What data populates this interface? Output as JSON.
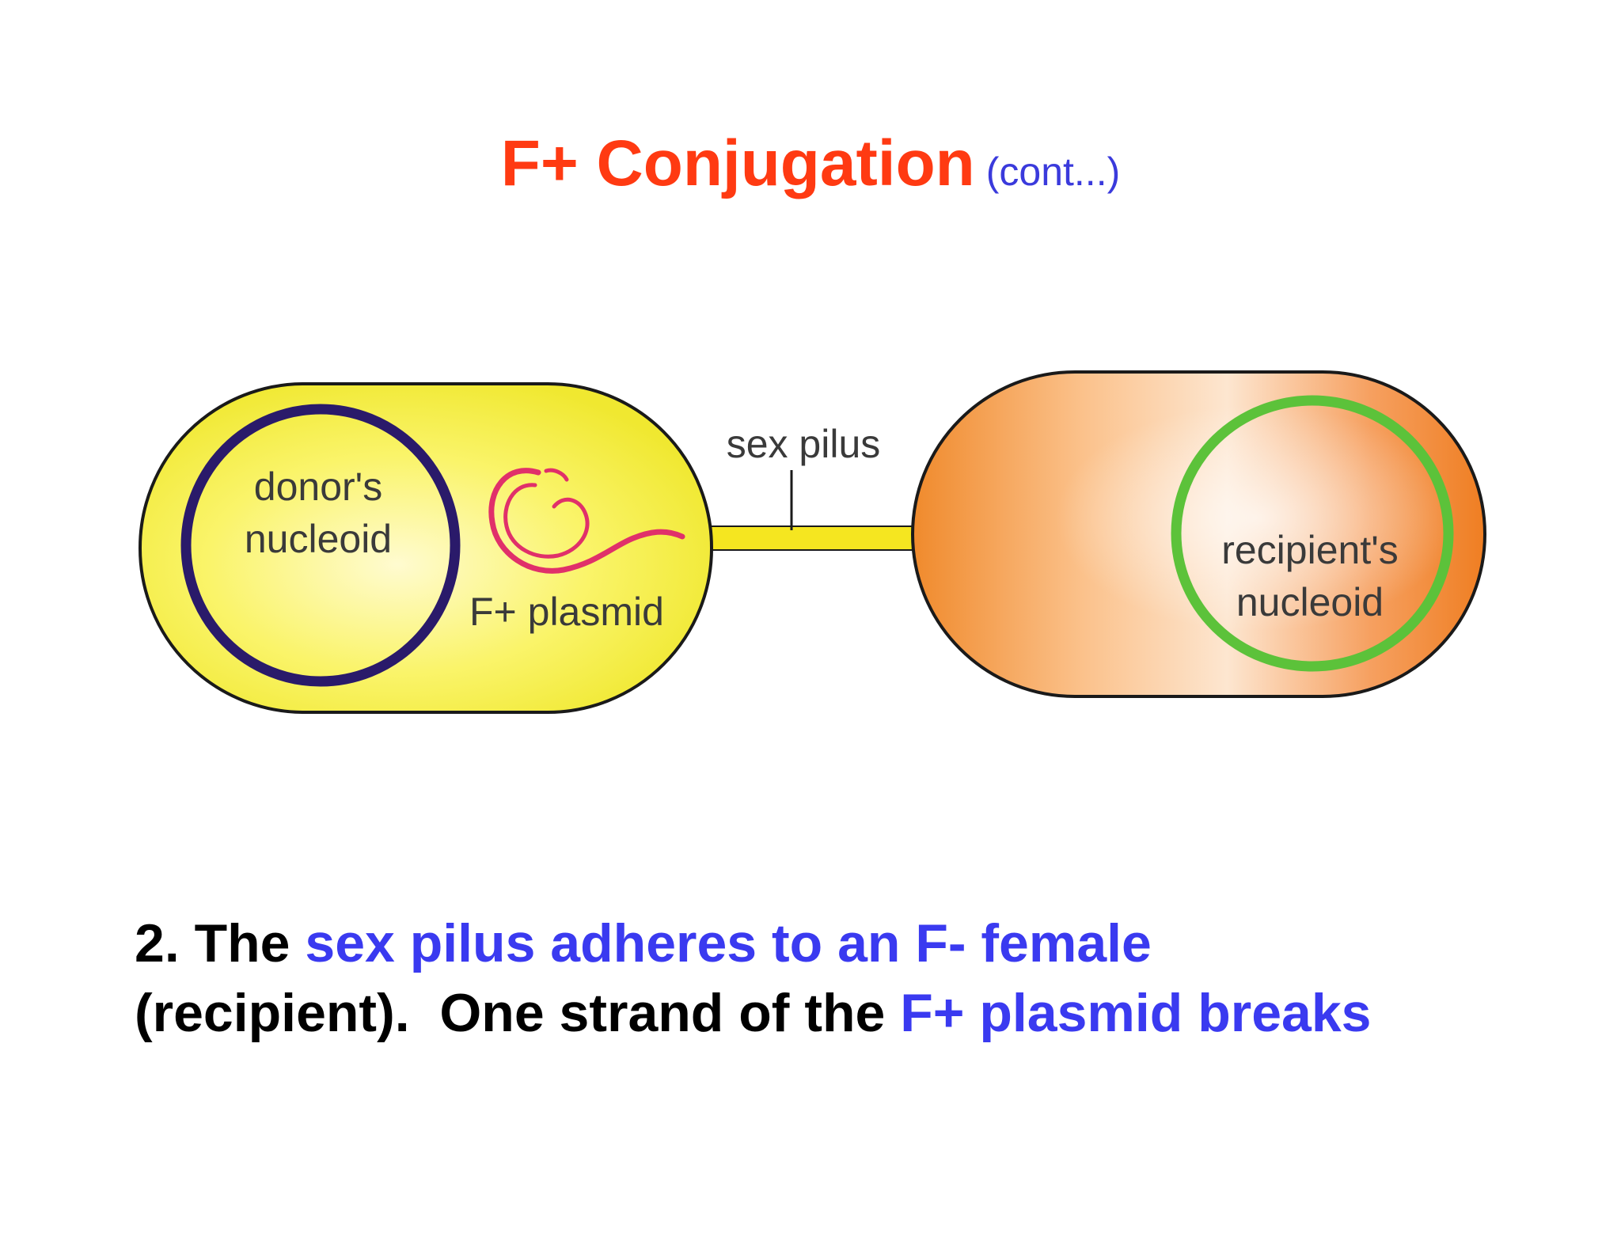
{
  "title": {
    "main": "F+ Conjugation",
    "sub": "(cont...)"
  },
  "diagram": {
    "labels": {
      "donor_nucleoid_line1": "donor's",
      "donor_nucleoid_line2": "nucleoid",
      "plasmid": "F+ plasmid",
      "pilus": "sex pilus",
      "recipient_nucleoid_line1": "recipient's",
      "recipient_nucleoid_line2": "nucleoid"
    },
    "colors": {
      "donor_cell": "#f5f03a",
      "recipient_cell": "#f08a30",
      "donor_nucleoid": "#2a1a6a",
      "recipient_nucleoid": "#5cc23a",
      "plasmid": "#e0306a",
      "pilus": "#f5e620"
    }
  },
  "caption": {
    "line1": {
      "part1": "2. The ",
      "part2": "sex pilus adheres to an F- female"
    },
    "line2": {
      "part1": "(recipient).  One strand of the ",
      "part2": "F+ plasmid breaks"
    }
  }
}
